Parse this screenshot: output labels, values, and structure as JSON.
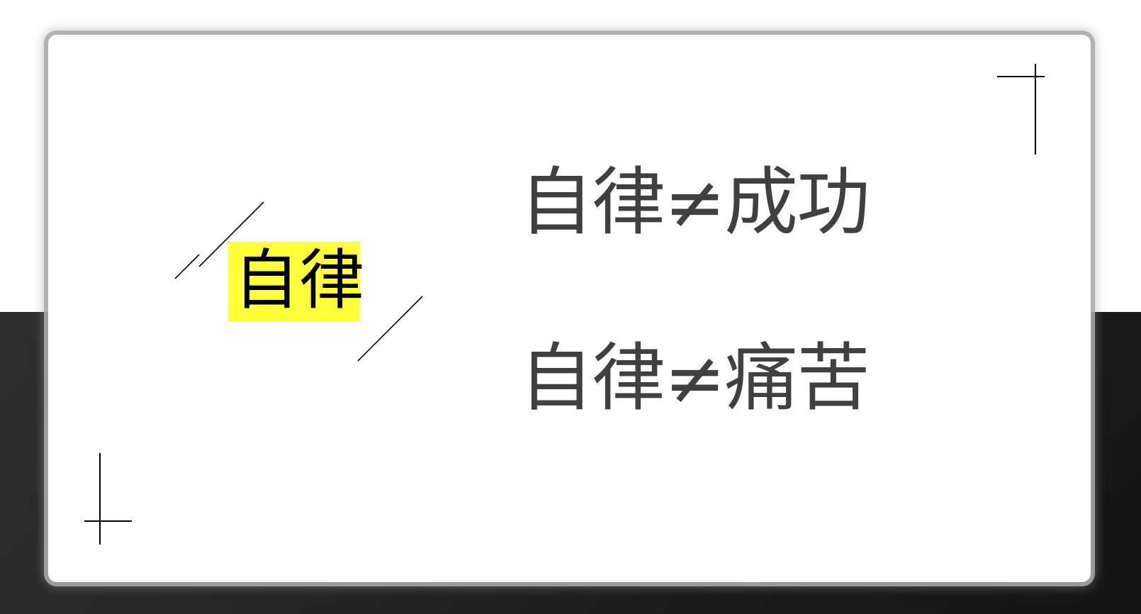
{
  "slide": {
    "keyword": "自律",
    "statements": [
      {
        "text": "自律≠成功"
      },
      {
        "text": "自律≠痛苦"
      }
    ]
  },
  "colors": {
    "highlight": "#ffff3a",
    "keyword_text": "#000000",
    "statement_text": "#404040",
    "dark_background": "#222222",
    "card": "#ffffff"
  },
  "decorations": [
    {
      "type": "diagonal-line"
    },
    {
      "type": "diagonal-line"
    },
    {
      "type": "diagonal-line"
    },
    {
      "type": "crosshair",
      "position": "top-right"
    },
    {
      "type": "crosshair",
      "position": "bottom-left"
    }
  ]
}
